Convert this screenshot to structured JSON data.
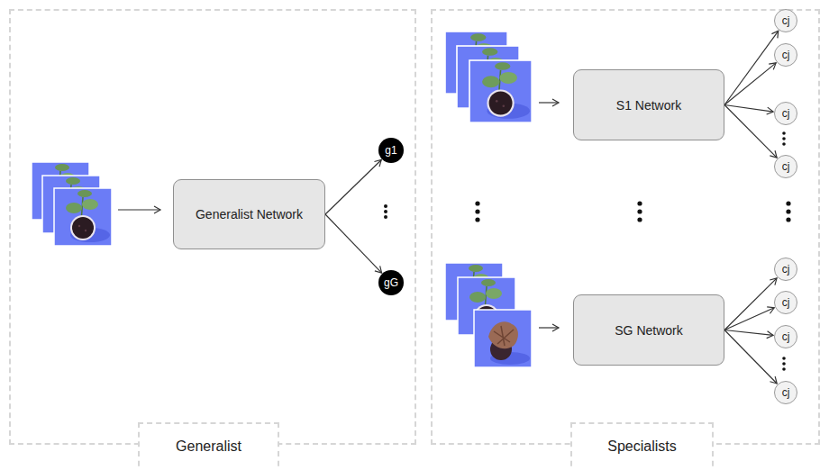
{
  "diagram": {
    "nodes": [
      {
        "text": [
          "Generalist"
        ]
      },
      {
        "text": [
          "Generalist Network"
        ],
        "in": 0
      },
      {
        "text": [
          "g1"
        ],
        "in": 0
      },
      {
        "text": [
          "gG"
        ],
        "in": 0
      },
      {
        "text": [
          "Specialists"
        ]
      },
      {
        "text": [
          "S1 Network"
        ],
        "in": 4
      },
      {
        "text": [
          "cj"
        ],
        "in": 4
      },
      {
        "text": [
          "cj"
        ],
        "in": 4
      },
      {
        "text": [
          "cj"
        ],
        "in": 4
      },
      {
        "text": [
          "cj"
        ],
        "in": 4
      },
      {
        "text": [
          "SG Network"
        ],
        "in": 4
      },
      {
        "text": [
          "cj"
        ],
        "in": 4
      },
      {
        "text": [
          "cj"
        ],
        "in": 4
      },
      {
        "text": [
          "cj"
        ],
        "in": 4
      },
      {
        "text": [
          "cj"
        ],
        "in": 4
      }
    ],
    "edges": [
      {
        "from": 1,
        "to": 2,
        "arrow": "to"
      },
      {
        "from": 1,
        "to": 3,
        "arrow": "to"
      },
      {
        "from": 5,
        "to": 6,
        "arrow": "to"
      },
      {
        "from": 5,
        "to": 7,
        "arrow": "to"
      },
      {
        "from": 5,
        "to": 8,
        "arrow": "to"
      },
      {
        "from": 5,
        "to": 9,
        "arrow": "to"
      },
      {
        "from": 10,
        "to": 11,
        "arrow": "to"
      },
      {
        "from": 10,
        "to": 12,
        "arrow": "to"
      },
      {
        "from": 10,
        "to": 13,
        "arrow": "to"
      },
      {
        "from": 10,
        "to": 14,
        "arrow": "to"
      }
    ]
  }
}
